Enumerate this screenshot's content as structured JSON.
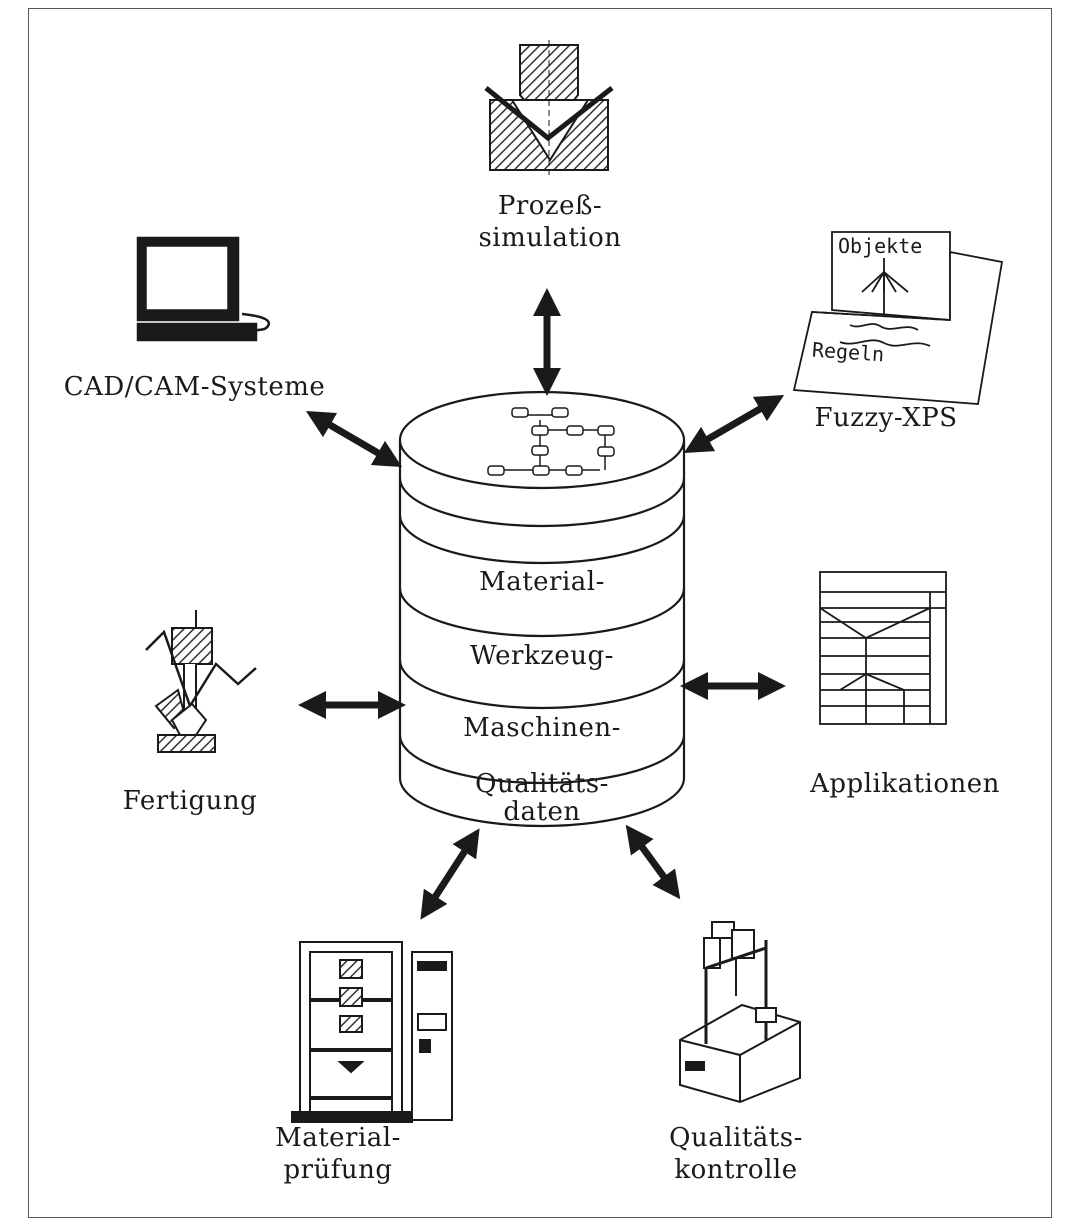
{
  "diagram": {
    "center": {
      "layers": [
        "Material-",
        "Werkzeug-",
        "Maschinen-"
      ],
      "bottom": [
        "Qualitäts-",
        "daten"
      ]
    },
    "nodes": {
      "prozess": [
        "Prozeß-",
        "simulation"
      ],
      "cad": "CAD/CAM-Systeme",
      "fuzzy": "Fuzzy-XPS",
      "fuzzy_card_top": "Objekte",
      "fuzzy_card_bottom": "Regeln",
      "fertigung": "Fertigung",
      "applikationen": "Applikationen",
      "materialpruefung": [
        "Material-",
        "prüfung"
      ],
      "qualitaetskontrolle": [
        "Qualitäts-",
        "kontrolle"
      ]
    },
    "colors": {
      "ink": "#1a1a1a",
      "hatch": "#333333",
      "paper": "#ffffff"
    }
  }
}
